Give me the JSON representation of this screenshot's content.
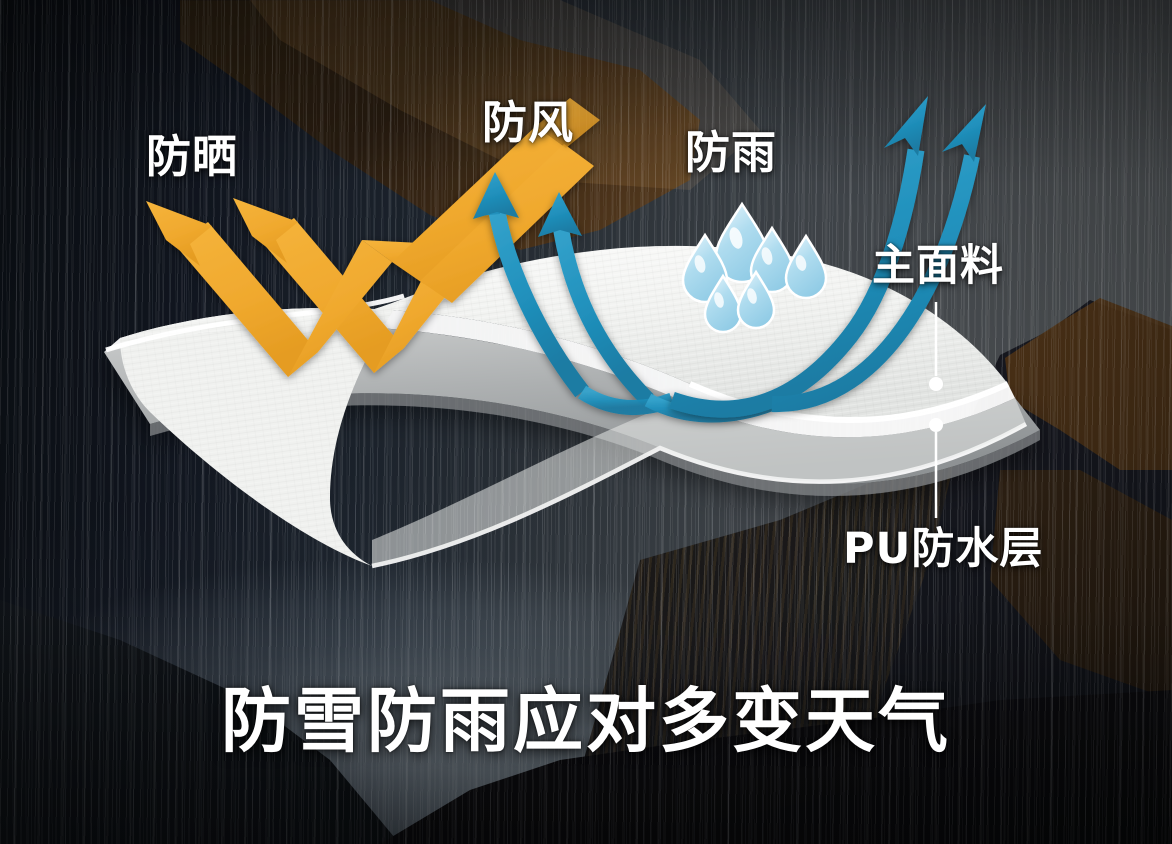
{
  "scene": {
    "kind": "product-illustration",
    "subject": "waterproof-fabric-layers-diagram",
    "background_description": "dark rainy mountain valley"
  },
  "palette": {
    "orange_arrow": "#F0A92E",
    "blue_arrow": "#2090BC",
    "droplet_fill": "#AFDCEF",
    "fabric_top": "#F4F5F3",
    "fabric_bottom": "#AFB2B3",
    "label_text": "#FFFFFF",
    "background_dark": "#12151A",
    "background_mist": "#9AAAB6",
    "ridge_rust": "#6B4821"
  },
  "labels": {
    "sun_protection": "防晒",
    "wind_protection": "防风",
    "rain_protection": "防雨",
    "main_fabric": "主面料",
    "pu_waterproof_layer": "PU防水层"
  },
  "caption": {
    "text": "防雪防雨应对多变天气"
  },
  "icons": {
    "sun_arrows": "sun-reflect-arrows-icon",
    "wind_arrows": "wind-deflect-arrows-icon",
    "rain_arrows": "rain-runoff-arrows-icon",
    "droplets": "water-droplet-icon",
    "fabric": "fabric-swatch-icon",
    "leader_main": "callout-leader-line-icon",
    "leader_pu": "callout-leader-line-icon"
  },
  "counts": {
    "orange_arrows": 3,
    "blue_up_arrows": 2,
    "blue_runoff_arrows": 2,
    "droplets": 6,
    "fabric_layers": 2
  }
}
